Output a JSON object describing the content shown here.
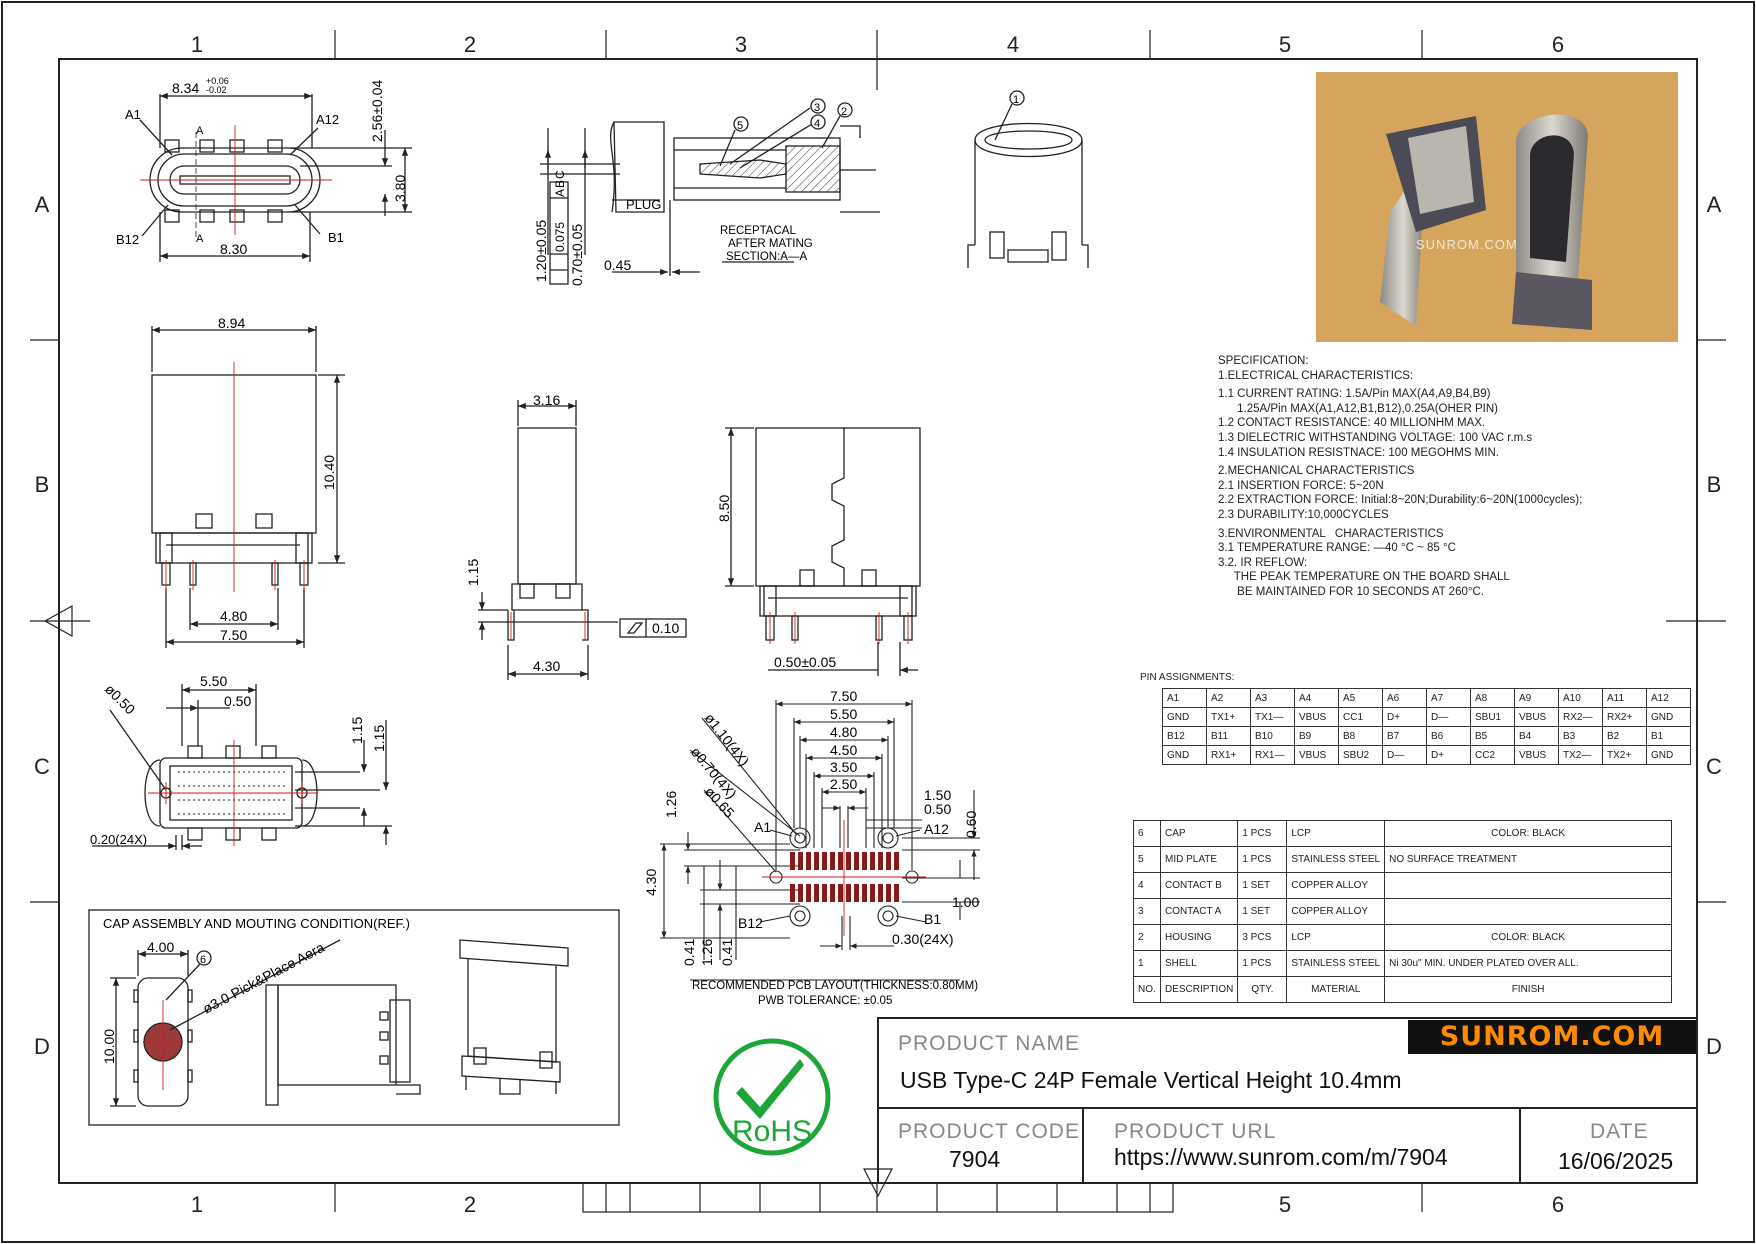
{
  "zones": {
    "columns": [
      "1",
      "2",
      "3",
      "4",
      "5",
      "6"
    ],
    "rows": [
      "A",
      "B",
      "C",
      "D"
    ]
  },
  "dims": {
    "d_834": "8.34",
    "d_834_tol_up": "+0.06",
    "d_834_tol_dn": "-0.02",
    "d_256": "2.56±0.04",
    "d_380": "3.80",
    "d_830": "8.30",
    "pin_a1": "A1",
    "pin_a12": "A12",
    "pin_b12": "B12",
    "pin_b1": "B1",
    "sec_a": "A",
    "d_120": "1.20±0.05",
    "d_0075": "0.075",
    "datum_a": "A",
    "datum_bc": "B",
    "datum_c": "C",
    "d_070": "0.70±0.05",
    "d_045": "0.45",
    "plug": "PLUG",
    "receptacal_1": "RECEPTACAL",
    "receptacal_2": "AFTER MATING",
    "receptacal_3": "SECTION:A—A",
    "c1": "1",
    "c2": "2",
    "c3": "3",
    "c4": "4",
    "c5": "5",
    "c6": "6",
    "d_894": "8.94",
    "d_1040": "10.40",
    "d_480": "4.80",
    "d_750": "7.50",
    "d_316": "3.16",
    "d_115a": "1.15",
    "d_430": "4.30",
    "flat_010": "0.10",
    "d_850": "8.50",
    "d_050_005": "0.50±0.05",
    "d_550": "5.50",
    "d_050": "0.50",
    "phi_050": "ø0.50",
    "d_115b": "1.15",
    "d_115c": "1.15",
    "d_020": "0.20(24X)",
    "pcb_750": "7.50",
    "pcb_550": "5.50",
    "pcb_480": "4.80",
    "pcb_450": "4.50",
    "pcb_350": "3.50",
    "pcb_250": "2.50",
    "pcb_150": "1.50",
    "pcb_050": "0.50",
    "pcb_phi110": "ø1.10(4X)",
    "pcb_phi070": "ø0.70(4X)",
    "pcb_phi065": "ø0.65",
    "pcb_126a": "1.26",
    "pcb_060": "0.60",
    "pcb_430": "4.30",
    "pcb_100": "1.00",
    "pcb_041a": "0.41",
    "pcb_126b": "1.26",
    "pcb_041b": "0.41",
    "pcb_030": "0.30(24X)",
    "pcb_a1": "A1",
    "pcb_a12": "A12",
    "pcb_b12": "B12",
    "pcb_b1": "B1",
    "pcb_caption": "RECOMMENDED PCB LAYOUT(THICKNESS:0.80MM)",
    "pcb_tol": "PWB TOLERANCE: ±0.05",
    "cap_title": "CAP ASSEMBLY AND MOUTING CONDITION(REF.)",
    "cap_400": "4.00",
    "cap_1000": "10.00",
    "cap_phi": "ø3.0 Pick&Place Aera"
  },
  "photo_watermark": "SUNROM.COM",
  "spec": [
    "SPECIFICATION:",
    "1.ELECTRICAL CHARACTERISTICS:",
    "",
    "1.1 CURRENT RATING: 1.5A/Pin MAX(A4,A9,B4,B9)",
    "      1.25A/Pin MAX(A1,A12,B1,B12),0.25A(OHER PIN)",
    "1.2 CONTACT RESISTANCE: 40 MILLIONHM MAX.",
    "1.3 DIELECTRIC WITHSTANDING VOLTAGE: 100 VAC r.m.s",
    "1.4 INSULATION RESISTNACE: 100 MEGOHMS MIN.",
    "",
    "2.MECHANICAL CHARACTERISTICS",
    "2.1 INSERTION FORCE: 5~20N",
    "2.2 EXTRACTION FORCE: Initial:8~20N;Durability:6~20N(1000cycles);",
    "2.3 DURABILITY:10,000CYCLES",
    "",
    "3.ENVIRONMENTAL   CHARACTERISTICS",
    "3.1 TEMPERATURE RANGE: —40 °C ~ 85 °C",
    "3.2. IR REFLOW:",
    "     THE PEAK TEMPERATURE ON THE BOARD SHALL",
    "      BE MAINTAINED FOR 10 SECONDS AT 260°C."
  ],
  "pin_title": "PIN ASSIGNMENTS:",
  "pins": [
    [
      "A1",
      "A2",
      "A3",
      "A4",
      "A5",
      "A6",
      "A7",
      "A8",
      "A9",
      "A10",
      "A11",
      "A12"
    ],
    [
      "GND",
      "TX1+",
      "TX1—",
      "VBUS",
      "CC1",
      "D+",
      "D—",
      "SBU1",
      "VBUS",
      "RX2—",
      "RX2+",
      "GND"
    ],
    [
      "B12",
      "B11",
      "B10",
      "B9",
      "B8",
      "B7",
      "B6",
      "B5",
      "B4",
      "B3",
      "B2",
      "B1"
    ],
    [
      "GND",
      "RX1+",
      "RX1—",
      "VBUS",
      "SBU2",
      "D—",
      "D+",
      "CC2",
      "VBUS",
      "TX2—",
      "TX2+",
      "GND"
    ]
  ],
  "bom": [
    [
      "6",
      "CAP",
      "1 PCS",
      "LCP",
      "COLOR: BLACK"
    ],
    [
      "5",
      "MID PLATE",
      "1 PCS",
      "STAINLESS STEEL",
      "NO SURFACE TREATMENT"
    ],
    [
      "4",
      "CONTACT B",
      "1 SET",
      "COPPER ALLOY",
      ""
    ],
    [
      "3",
      "CONTACT A",
      "1 SET",
      "COPPER ALLOY",
      ""
    ],
    [
      "2",
      "HOUSING",
      "3 PCS",
      "LCP",
      "COLOR: BLACK"
    ],
    [
      "1",
      "SHELL",
      "1 PCS",
      "STAINLESS STEEL",
      "Ni 30u\" MIN. UNDER PLATED OVER ALL."
    ],
    [
      "NO.",
      "DESCRIPTION",
      "QTY.",
      "MATERIAL",
      "FINISH"
    ]
  ],
  "rohs": "RoHS",
  "title_block": {
    "logo": "SUNROM.COM",
    "product_name_label": "PRODUCT NAME",
    "product_name": "USB Type-C 24P Female Vertical Height 10.4mm",
    "product_code_label": "PRODUCT CODE",
    "product_code": "7904",
    "product_url_label": "PRODUCT URL",
    "product_url": "https://www.sunrom.com/m/7904",
    "date_label": "DATE",
    "date": "16/06/2025"
  },
  "colors": {
    "line": "#222222",
    "centerline": "#d11a1a",
    "rohs_green": "#1ea53a",
    "logo_orange": "#ff8a00",
    "photo_bg": "#d5a55e"
  }
}
